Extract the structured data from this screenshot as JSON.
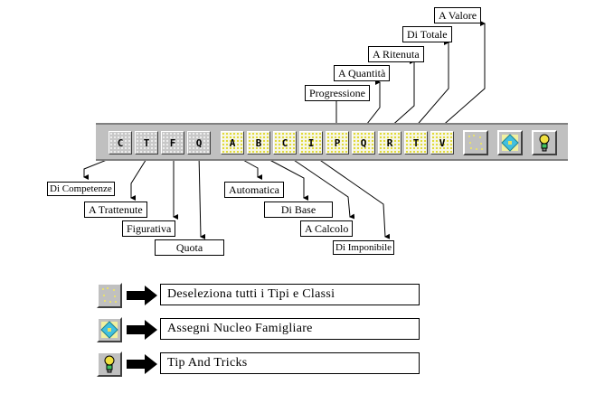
{
  "toolbar": {
    "tipi_buttons": [
      "C",
      "T",
      "F",
      "Q"
    ],
    "classi_buttons": [
      "A",
      "B",
      "C",
      "I",
      "P",
      "Q",
      "R",
      "T",
      "V"
    ],
    "icon_buttons": [
      "deselect-icon",
      "nucleo-icon",
      "bulb-icon"
    ]
  },
  "labels": {
    "di_competenze": "Di Competenze",
    "a_trattenute": "A Trattenute",
    "figurativa": "Figurativa",
    "quota": "Quota",
    "automatica": "Automatica",
    "di_base": "Di Base",
    "a_calcolo": "A Calcolo",
    "di_imponibile": "Di Imponibile",
    "progressione": "Progressione",
    "a_quantita": "A Quantità",
    "a_ritenuta": "A Ritenuta",
    "di_totale": "Di Totale",
    "a_valore": "A Valore"
  },
  "legend": [
    {
      "icon": "deselect-icon",
      "text": "Deseleziona tutti i Tipi e Classi"
    },
    {
      "icon": "nucleo-icon",
      "text": "Assegni Nucleo Famigliare"
    },
    {
      "icon": "bulb-icon",
      "text": "Tip And Tricks"
    }
  ],
  "colors": {
    "toolbar": "#c0c0c0",
    "dot_yellow": "#e0d830",
    "diamond": "#40c0e0"
  }
}
